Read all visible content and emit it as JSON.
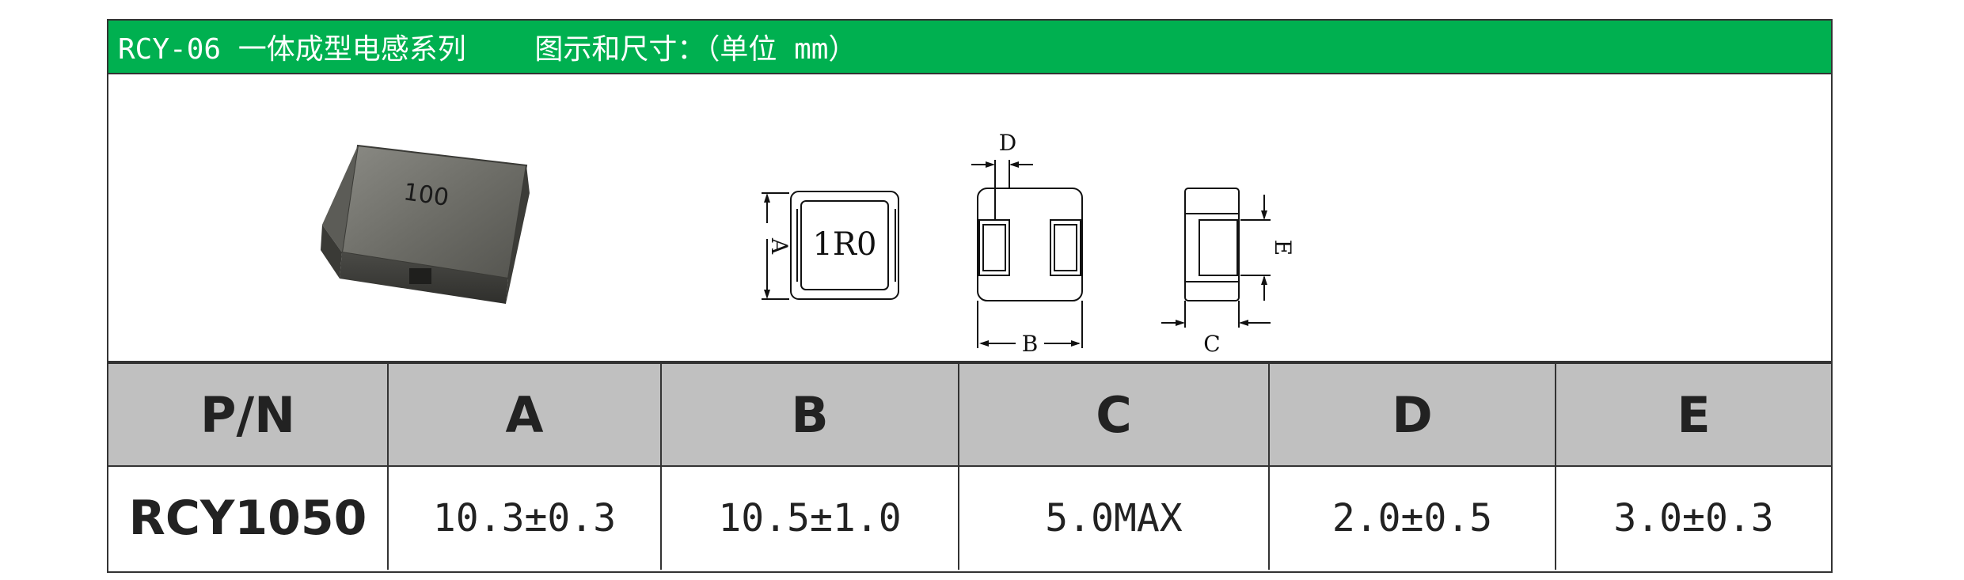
{
  "title": "RCY-06 一体成型电感系列    图示和尺寸：（单位 mm）",
  "figure": {
    "component_marking": "100",
    "top_view_marking": "1R0",
    "dim_labels": {
      "a": "A",
      "b": "B",
      "c": "C",
      "d": "D",
      "e": "E"
    }
  },
  "table": {
    "headers": [
      "P/N",
      "A",
      "B",
      "C",
      "D",
      "E"
    ],
    "rows": [
      [
        "RCY1050",
        "10.3±0.3",
        "10.5±1.0",
        "5.0MAX",
        "2.0±0.5",
        "3.0±0.3"
      ]
    ]
  },
  "colors": {
    "title_bar": "#00b050",
    "header_bg": "#c0c0c0",
    "border": "#333333"
  }
}
